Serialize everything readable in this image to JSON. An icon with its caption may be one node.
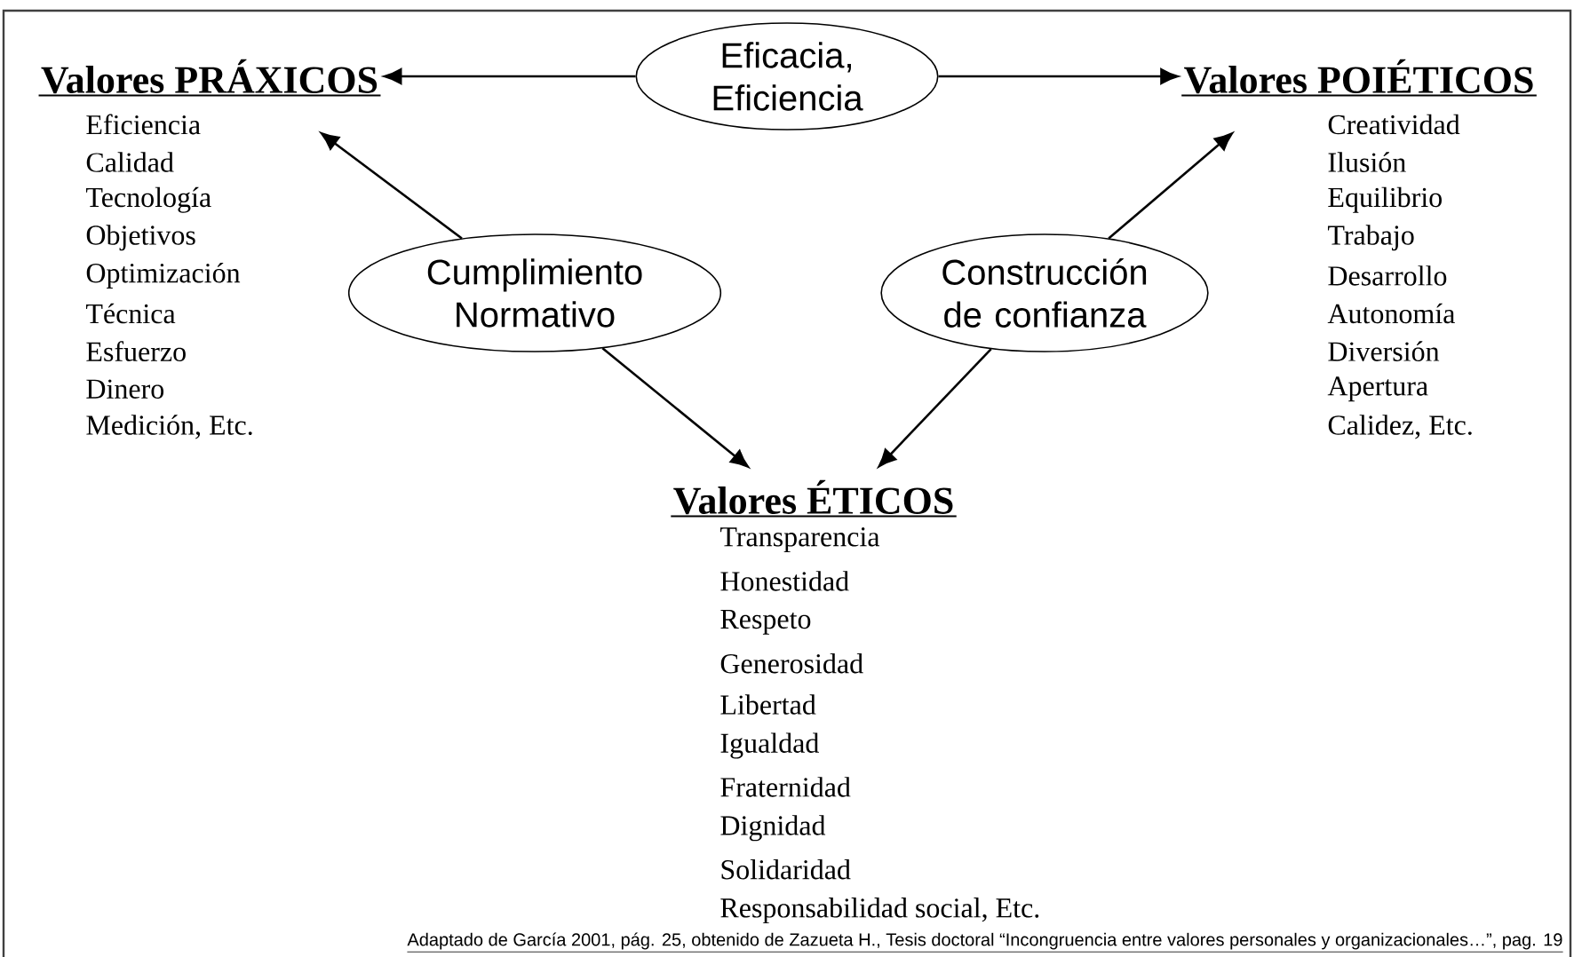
{
  "diagram": {
    "nodes": [
      {
        "text": [
          "Valores PRÁXICOS"
        ],
        "beside": [
          "Eficiencia",
          "Calidad",
          "Tecnología",
          "Objetivos",
          "Optimización",
          "Técnica",
          "Esfuerzo",
          "Dinero",
          "Medición, Etc."
        ]
      },
      {
        "text": [
          "Eficacia, Eficiencia"
        ]
      },
      {
        "text": [
          "Valores POIÉTICOS"
        ],
        "beside": [
          "Creatividad",
          "Ilusión",
          "Equilibrio",
          "Trabajo",
          "Desarrollo",
          "Autonomía",
          "Diversión",
          "Apertura",
          "Calidez, Etc."
        ]
      },
      {
        "text": [
          "Cumplimiento Normativo"
        ]
      },
      {
        "text": [
          "Construcción de confianza"
        ]
      },
      {
        "text": [
          "Valores ÉTICOS"
        ],
        "beside": [
          "Transparencia",
          "Honestidad",
          "Respeto",
          "Generosidad",
          "Libertad",
          "Igualdad",
          "Fraternidad",
          "Dignidad",
          "Solidaridad",
          "Responsabilidad social, Etc."
        ]
      }
    ],
    "edges": [
      {
        "from": 1,
        "to": 0,
        "arrow": "to"
      },
      {
        "from": 1,
        "to": 2,
        "arrow": "to"
      },
      {
        "from": 3,
        "to": 0,
        "arrow": "to"
      },
      {
        "from": 3,
        "to": 5,
        "arrow": "to"
      },
      {
        "from": 4,
        "to": 2,
        "arrow": "to"
      },
      {
        "from": 4,
        "to": 5,
        "arrow": "to"
      }
    ],
    "caption": "Adaptado de García 2001, pág. 25, obtenido de Zazueta H., Tesis doctoral “Incongruencia entre valores personales y organizacionales…”, pag. 19"
  }
}
